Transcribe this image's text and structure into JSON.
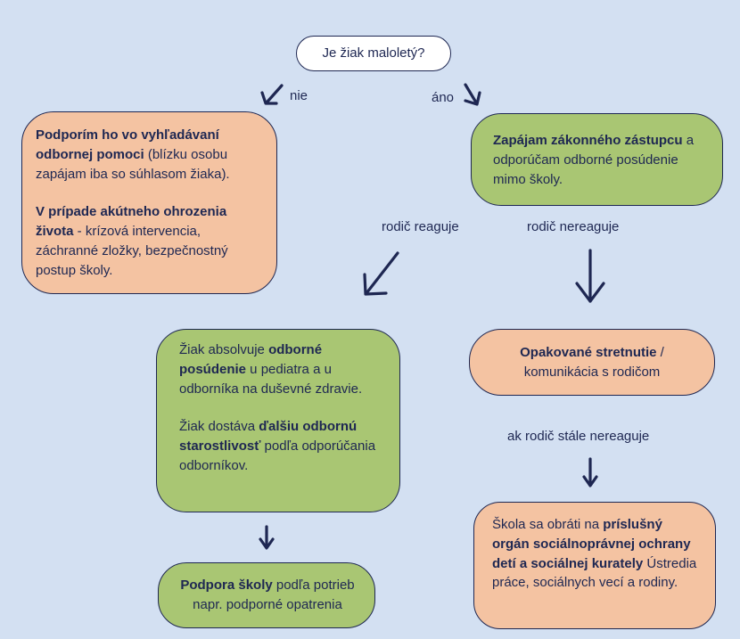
{
  "start": {
    "text": "Je žiak maloletý?"
  },
  "edges": {
    "no": "nie",
    "yes": "áno",
    "parent_reacts": "rodič reaguje",
    "parent_not_react": "rodič nereaguje",
    "still_not_react": "ak rodič stále nereaguje"
  },
  "box_help": {
    "p1_bold": "Podporím ho vo vyhľadávaní odbornej pomoci",
    "p1_rest": " (blízku osobu zapájam iba so súhlasom žiaka).",
    "p2_bold": "V prípade akútneho ohrozenia života",
    "p2_rest": " - krízová intervencia, záchranné zložky, bezpečnostný postup školy."
  },
  "box_guardian": {
    "bold": "Zapájam zákonného zástupcu",
    "rest": " a odporúčam odborné posúdenie mimo školy."
  },
  "box_assessment": {
    "p1_a": "Žiak absolvuje ",
    "p1_bold": "odborné posúdenie",
    "p1_b": " u pediatra a u odborníka na duševné zdravie.",
    "p2_a": "Žiak dostáva ",
    "p2_bold": "ďalšiu odbornú starostlivosť",
    "p2_b": " podľa odporúčania odborníkov."
  },
  "box_repeat": {
    "bold": "Opakované stretnutie",
    "rest": " / komunikácia s rodičom"
  },
  "box_school_support": {
    "bold": "Podpora školy",
    "rest": " podľa potrieb napr. podporné opatrenia"
  },
  "box_authority": {
    "a": "Škola sa obráti na ",
    "bold": "príslušný orgán sociálnoprávnej ochrany detí a sociálnej kurately",
    "b": " Ústredia práce, sociálnych vecí a rodiny."
  },
  "colors": {
    "background": "#d3e0f2",
    "orange": "#f4c3a2",
    "green": "#a9c673",
    "ink": "#1e2752"
  }
}
